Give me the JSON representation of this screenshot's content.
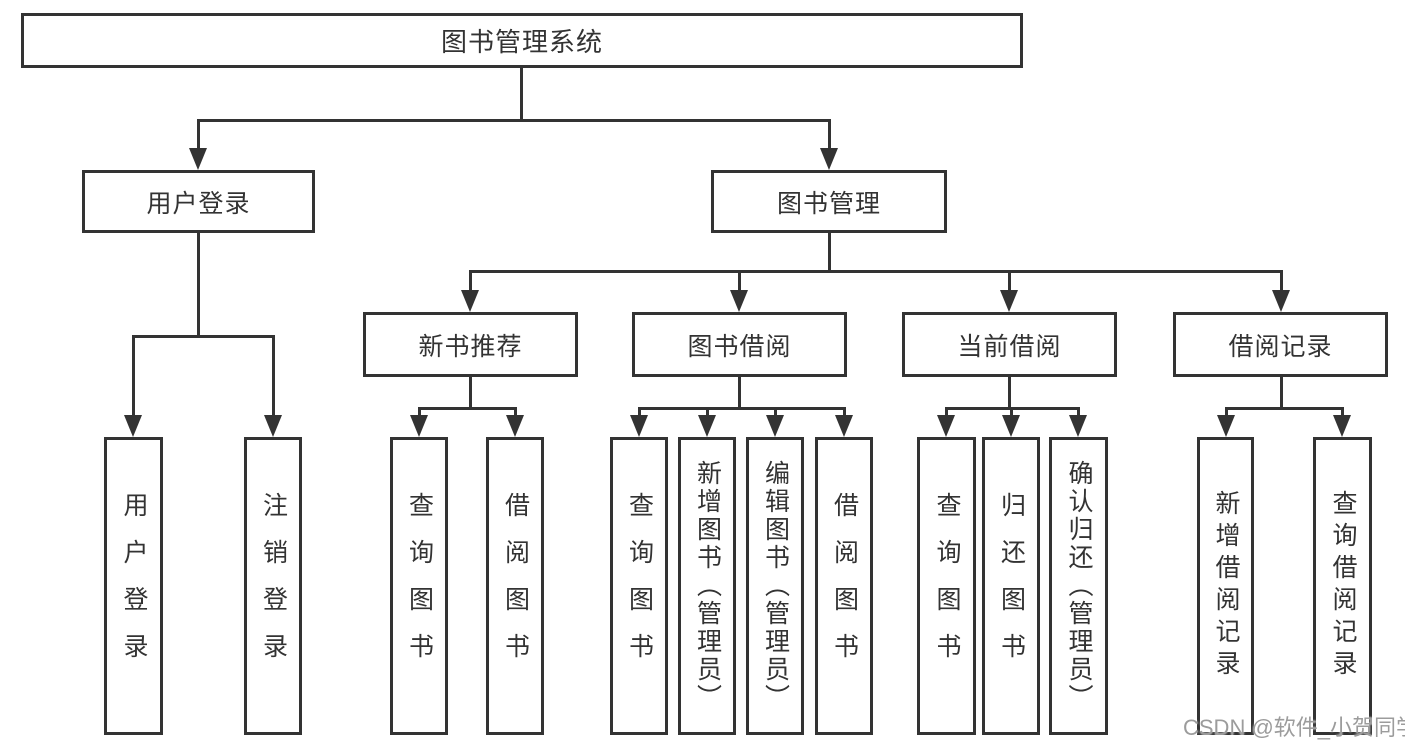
{
  "colors": {
    "line": "#333333",
    "text": "#333333",
    "background": "#ffffff",
    "watermark": "#9c9c9c"
  },
  "tree": {
    "root": {
      "label": "图书管理系统",
      "children": [
        {
          "label": "用户登录",
          "children": [
            {
              "label": "用户登录"
            },
            {
              "label": "注销登录"
            }
          ]
        },
        {
          "label": "图书管理",
          "children": [
            {
              "label": "新书推荐",
              "children": [
                {
                  "label": "查询图书"
                },
                {
                  "label": "借阅图书"
                }
              ]
            },
            {
              "label": "图书借阅",
              "children": [
                {
                  "label": "查询图书"
                },
                {
                  "label": "新增图书（管理员）"
                },
                {
                  "label": "编辑图书（管理员）"
                },
                {
                  "label": "借阅图书"
                }
              ]
            },
            {
              "label": "当前借阅",
              "children": [
                {
                  "label": "查询图书"
                },
                {
                  "label": "归还图书"
                },
                {
                  "label": "确认归还（管理员）"
                }
              ]
            },
            {
              "label": "借阅记录",
              "children": [
                {
                  "label": "新增借阅记录"
                },
                {
                  "label": "查询借阅记录"
                }
              ]
            }
          ]
        }
      ]
    }
  },
  "watermark": {
    "text": "CSDN @软件_小贺同学"
  }
}
